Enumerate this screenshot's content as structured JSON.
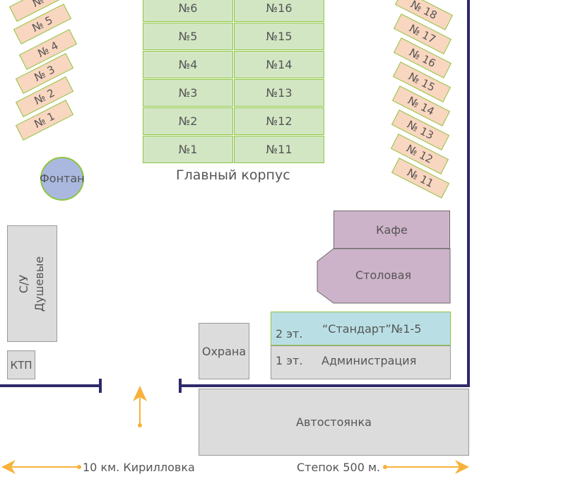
{
  "main_building": {
    "caption": "Главный корпус",
    "left_column": [
      "№6",
      "№5",
      "№4",
      "№3",
      "№2",
      "№1"
    ],
    "right_column": [
      "№16",
      "№15",
      "№14",
      "№13",
      "№12",
      "№11"
    ]
  },
  "left_cottages": [
    "№ 5",
    "№ 4",
    "№ 3",
    "№ 2",
    "№ 1"
  ],
  "left_cottage_partial": "№",
  "right_cottages": [
    "№ 18",
    "№ 17",
    "№ 16",
    "№ 15",
    "№ 14",
    "№ 13",
    "№ 12",
    "№ 11"
  ],
  "fountain": "Фонтан",
  "wc": {
    "line1": "С/У",
    "line2": "Душевые"
  },
  "ktp": "КТП",
  "guard": "Охрана",
  "cafe": "Кафе",
  "dining": "Столовая",
  "standard": {
    "floor": "2 эт.",
    "label": "“Стандарт”№1-5"
  },
  "admin": {
    "floor": "1 эт.",
    "label": "Администрация"
  },
  "parking": "Автостоянка",
  "road_left": "10 км. Кирилловка",
  "road_right": "Степок 500 м.",
  "colors": {
    "cell_fill": "#d2e6c3",
    "cell_border": "#8dc63f",
    "cottage_fill": "#f9d6c0",
    "fountain": "#aab8e0",
    "cafe": "#cdb3c9",
    "standard": "#b9dfe5",
    "fence": "#2e2a6b",
    "arrow": "#f7b23b",
    "grey": "#dcdcdc"
  }
}
